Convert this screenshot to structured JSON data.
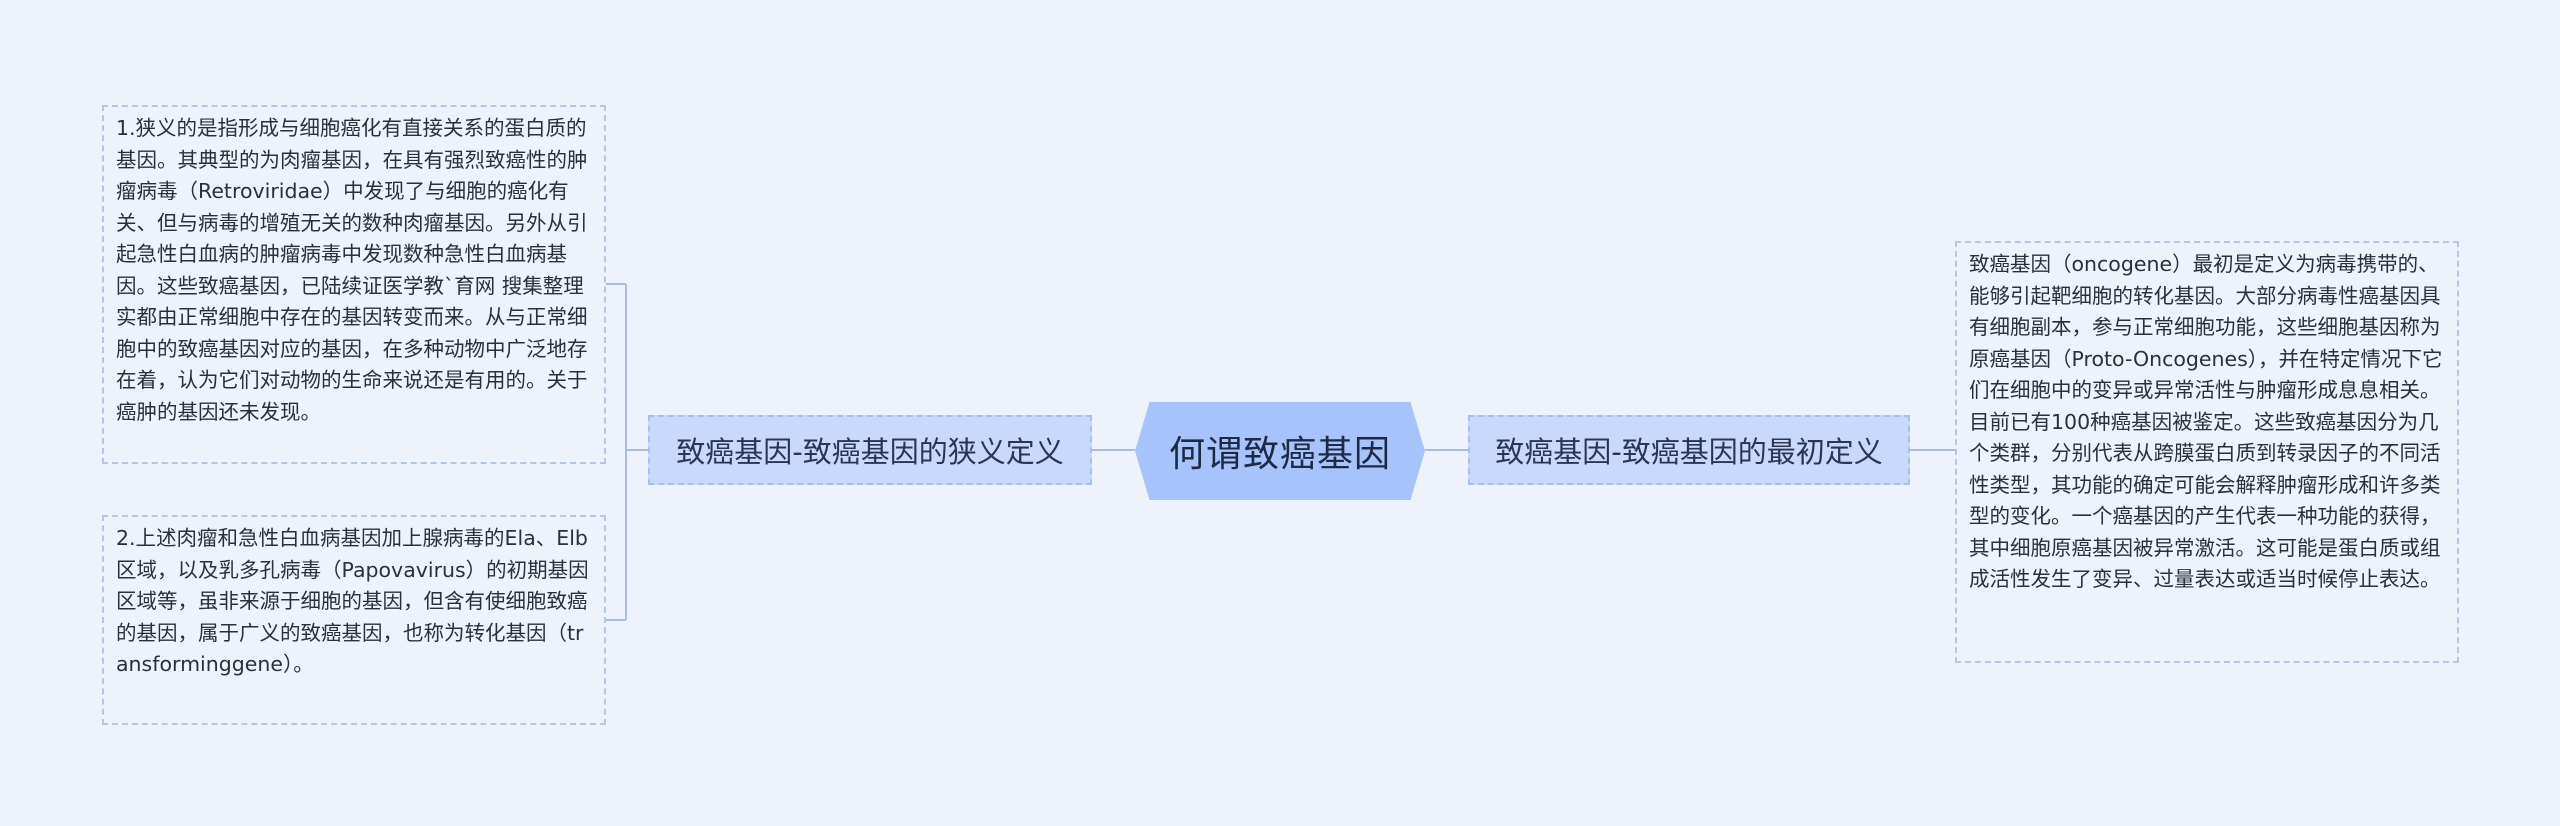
{
  "mindmap": {
    "center": {
      "label": "何谓致癌基因"
    },
    "left": {
      "label": "致癌基因-致癌基因的狭义定义",
      "leaves": [
        {
          "text": "1.狭义的是指形成与细胞癌化有直接关系的蛋白质的基因。其典型的为肉瘤基因，在具有强烈致癌性的肿瘤病毒（Retroviridae）中发现了与细胞的癌化有关、但与病毒的增殖无关的数种肉瘤基因。另外从引起急性白血病的肿瘤病毒中发现数种急性白血病基因。这些致癌基因，已陆续证医学教`育网 搜集整理实都由正常细胞中存在的基因转变而来。从与正常细胞中的致癌基因对应的基因，在多种动物中广泛地存在着，认为它们对动物的生命来说还是有用的。关于癌肿的基因还未发现。"
        },
        {
          "text": "2.上述肉瘤和急性白血病基因加上腺病毒的Ela、Elb区域，以及乳多孔病毒（Papovavirus）的初期基因区域等，虽非来源于细胞的基因，但含有使细胞致癌的基因，属于广义的致癌基因，也称为转化基因（transforminggene）。"
        }
      ]
    },
    "right": {
      "label": "致癌基因-致癌基因的最初定义",
      "leaves": [
        {
          "text": "致癌基因（oncogene）最初是定义为病毒携带的、能够引起靶细胞的转化基因。大部分病毒性癌基因具有细胞副本，参与正常细胞功能，这些细胞基因称为原癌基因（Proto-Oncogenes），并在特定情况下它们在细胞中的变异或异常活性与肿瘤形成息息相关。目前已有100种癌基因被鉴定。这些致癌基因分为几个类群，分别代表从跨膜蛋白质到转录因子的不同活性类型，其功能的确定可能会解释肿瘤形成和许多类型的变化。一个癌基因的产生代表一种功能的获得，其中细胞原癌基因被异常激活。这可能是蛋白质或组成活性发生了变异、过量表达或适当时候停止表达。"
        }
      ]
    }
  },
  "colors": {
    "background": "#eef3fb",
    "center_fill": "#a7c3fb",
    "branch_fill": "#c9d9fb",
    "connector": "#a9bde3"
  }
}
